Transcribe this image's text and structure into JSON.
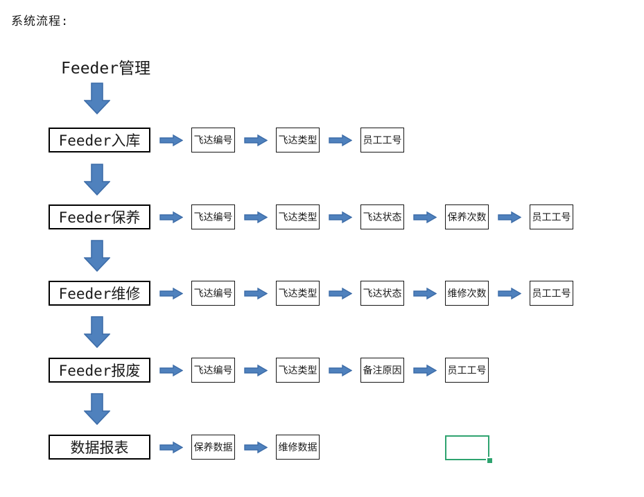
{
  "page_title": "系统流程:",
  "colors": {
    "arrow_fill": "#4f81bd",
    "arrow_stroke": "#3c6ca8",
    "selection_green": "#2ea36f",
    "box_border": "#000000"
  },
  "diagram": {
    "title": "Feeder管理",
    "rows": [
      {
        "source": "Feeder入库",
        "items": [
          "飞达编号",
          "飞达类型",
          "员工工号"
        ]
      },
      {
        "source": "Feeder保养",
        "items": [
          "飞达编号",
          "飞达类型",
          "飞达状态",
          "保养次数",
          "员工工号"
        ]
      },
      {
        "source": "Feeder维修",
        "items": [
          "飞达编号",
          "飞达类型",
          "飞达状态",
          "维修次数",
          "员工工号"
        ]
      },
      {
        "source": "Feeder报废",
        "items": [
          "飞达编号",
          "飞达类型",
          "备注原因",
          "员工工号"
        ]
      },
      {
        "source": "数据报表",
        "items": [
          "保养数据",
          "维修数据"
        ]
      }
    ]
  }
}
